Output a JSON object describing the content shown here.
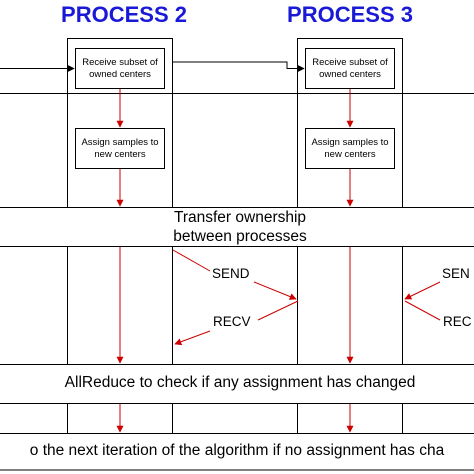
{
  "headers": {
    "process2": "PROCESS 2",
    "process3": "PROCESS 3"
  },
  "boxes": {
    "receive": "Receive subset of\nowned centers",
    "assign": "Assign samples to\nnew centers"
  },
  "bands": {
    "transfer": "Transfer ownership\nbetween processes",
    "allreduce": "AllReduce to check if any assignment has changed",
    "next_iteration": "o the next iteration of the algorithm if no assignment has cha"
  },
  "arrow_labels": {
    "send": "SEND",
    "recv": "RECV",
    "send_right": "SEN",
    "recv_right": "REC"
  },
  "colors": {
    "header": "#1a1ad6",
    "flow_arrow": "#cc0000",
    "line": "#000000"
  }
}
